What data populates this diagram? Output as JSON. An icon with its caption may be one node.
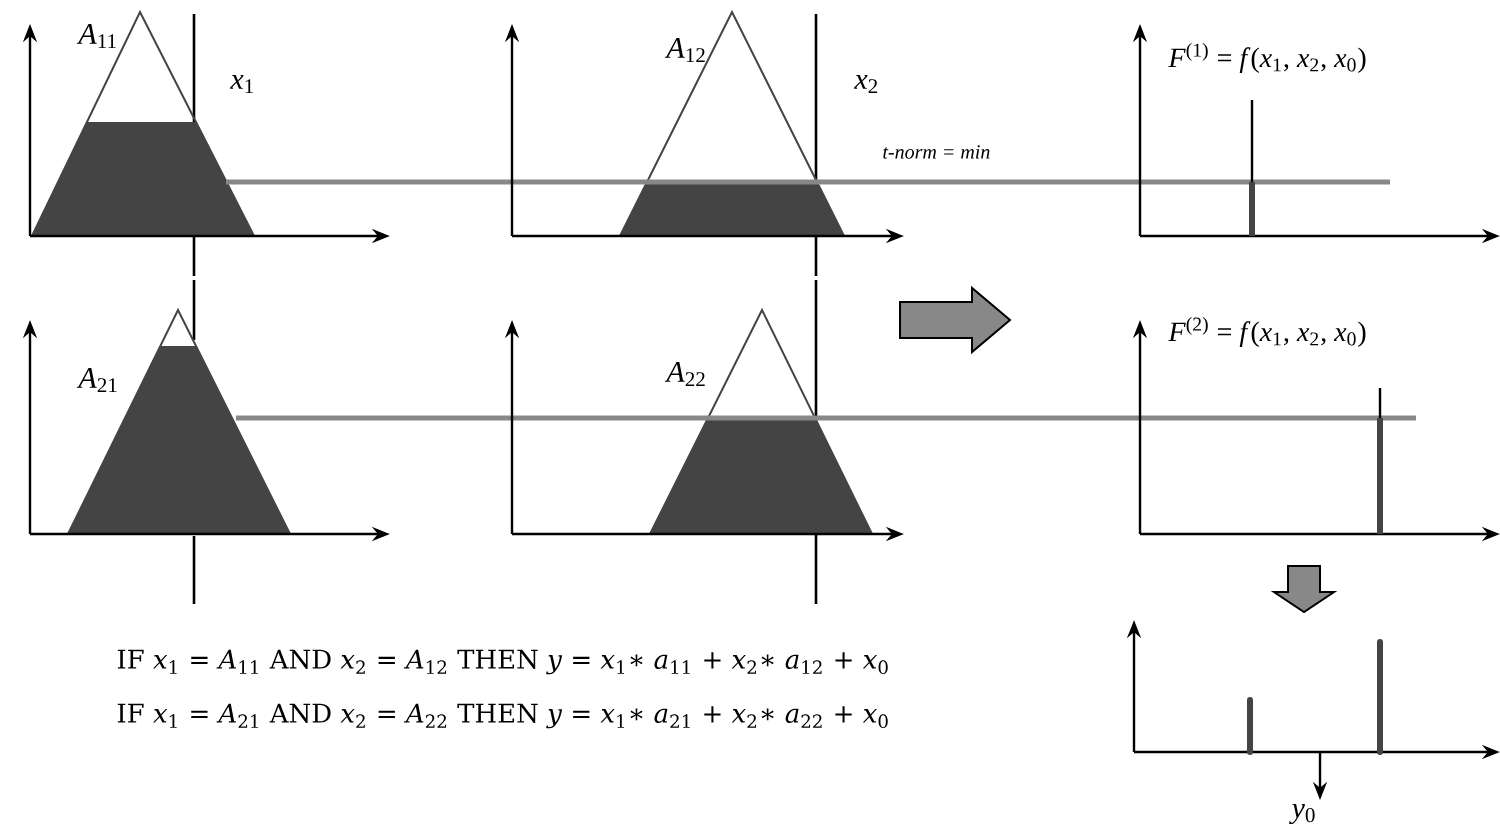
{
  "diagram": {
    "labels": [
      "*A*$_{11}$",
      "*x*$_{1}$",
      "*A*$_{12}$",
      "*x*$_{2}$",
      "*F*$^{(1)}$ = *f*(*x*$_{1}$, *x*$_{2}$, *x*$_{0}$)",
      "t-norm = min",
      "*A*$_{21}$",
      "*A*$_{22}$",
      "*F*$^{(2)}$ = *f*(*x*$_{1}$, *x*$_{2}$, *x*$_{0}$)",
      "IF *x*$_{1}$ = *A*$_{11}$ AND *x*$_{2}$ = *A*$_{12}$ THEN *y* = *x*$_{1}$∗ *a*$_{11}$ + *x*$_{2}$∗ *a*$_{12}$ + *x*$_{0}$",
      "IF *x*$_{1}$ = *A*$_{21}$ AND *x*$_{2}$ = *A*$_{22}$ THEN *y* = *x*$_{1}$∗ *a*$_{21}$ + *x*$_{2}$∗ *a*$_{22}$ + *x*$_{0}$",
      "*y*$_{0}$"
    ]
  }
}
